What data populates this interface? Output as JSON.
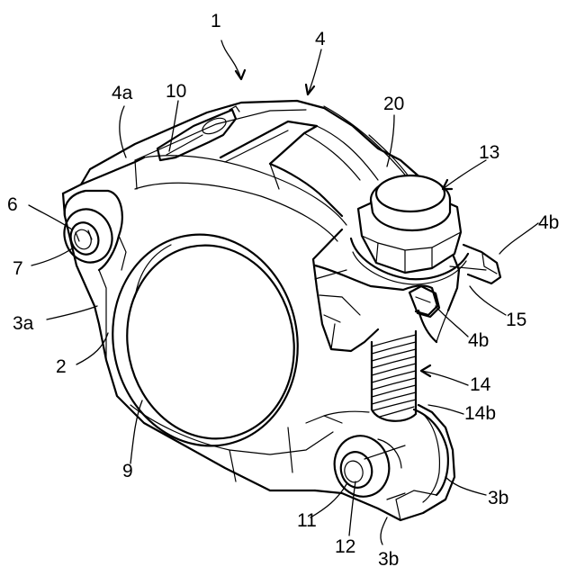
{
  "labels": {
    "assembly": "1",
    "upper_body": "4",
    "upper_flange_face": "4a",
    "upper_recess": "10",
    "nut_cap": "20",
    "nut": "13",
    "upper_lug_right": "4b",
    "upper_lug_left": "4b",
    "washer": "15",
    "bolt": "14",
    "bolt_thread_end": "14b",
    "lower_lug_right": "3b",
    "lower_lug_bottom": "3b",
    "pin_bush": "12",
    "pin": "11",
    "lower_body": "9",
    "pipe": "2",
    "lower_flange_face": "3a",
    "hinge_pin": "7",
    "hinge_bush": "6"
  }
}
